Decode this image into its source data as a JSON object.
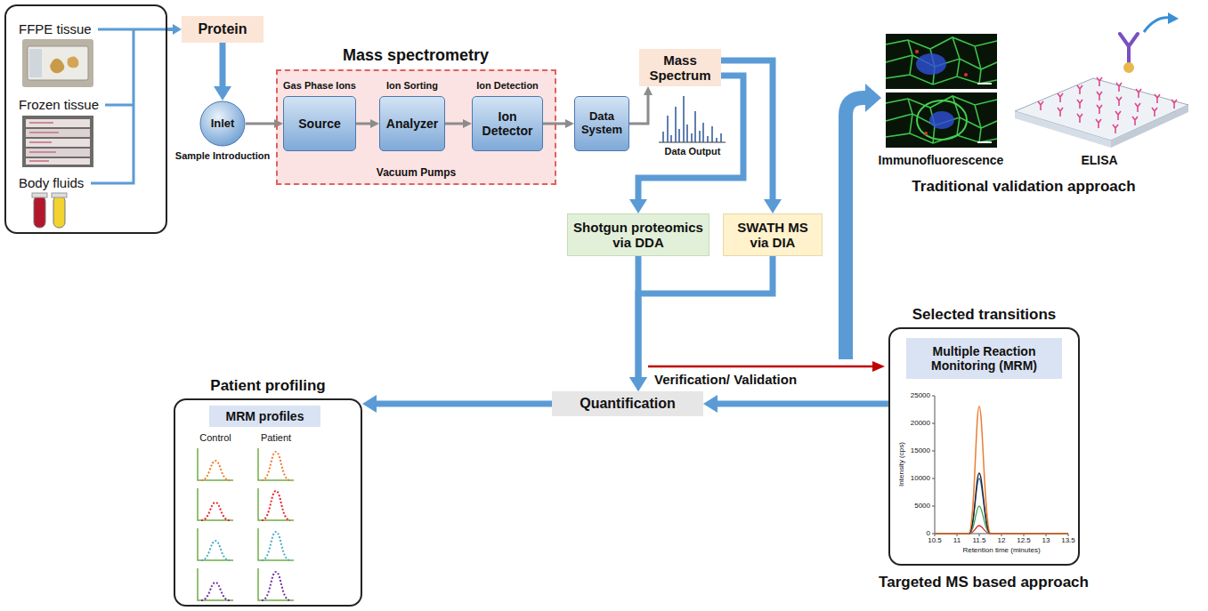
{
  "diagram": {
    "nodes": [
      {
        "text": [
          "FFPE tissue",
          "Frozen tissue",
          "Body fluids"
        ]
      },
      {
        "text": [
          "Protein"
        ]
      },
      {
        "text": [
          "Inlet",
          "Sample Introduction"
        ]
      },
      {
        "text": [
          "Vacuum Pumps"
        ]
      },
      {
        "text": [
          "Gas Phase Ions",
          "Source"
        ],
        "in": 3
      },
      {
        "text": [
          "Ion Sorting",
          "Analyzer"
        ],
        "in": 3
      },
      {
        "text": [
          "Ion Detection",
          "Ion Detector"
        ],
        "in": 3
      },
      {
        "text": [
          "Data System"
        ]
      },
      {
        "text": [
          "Mass Spectrum"
        ]
      },
      {
        "text": [
          "Shotgun proteomics via DDA"
        ]
      },
      {
        "text": [
          "SWATH MS via DIA"
        ]
      },
      {
        "text": [
          "Patient profiling"
        ]
      },
      {
        "text": [
          "MRM profiles"
        ],
        "in": 11
      },
      {
        "text": [
          "Quantification"
        ]
      },
      {
        "text": [
          "Selected transitions"
        ]
      },
      {
        "text": [
          "Multiple Reaction Monitoring (MRM)"
        ],
        "in": 14
      }
    ],
    "edges": [
      {
        "from": 0,
        "to": 1,
        "arrow": "to"
      },
      {
        "from": 1,
        "to": 2,
        "arrow": "to"
      },
      {
        "from": 2,
        "to": 4,
        "arrow": "to"
      },
      {
        "from": 4,
        "to": 5,
        "arrow": "to"
      },
      {
        "from": 5,
        "to": 6,
        "arrow": "to"
      },
      {
        "from": 6,
        "to": 7,
        "arrow": "to"
      },
      {
        "from": 7,
        "to": 8,
        "arrow": "to"
      },
      {
        "from": 8,
        "to": 9,
        "arrow": "to"
      },
      {
        "from": 8,
        "to": 10,
        "arrow": "to"
      },
      {
        "from": 9,
        "to": 13,
        "arrow": "to"
      },
      {
        "from": 10,
        "to": 13,
        "arrow": "to"
      },
      {
        "from": 14,
        "to": 13,
        "arrow": "to"
      },
      {
        "from": 13,
        "to": 11,
        "arrow": "to"
      }
    ],
    "labels": [
      "Mass spectrometry",
      "Data Output",
      "Immunofluorescence",
      "ELISA",
      "Traditional validation approach",
      "Verification/ Validation",
      "Control",
      "Patient",
      "Targeted MS based approach",
      "Intensity (cps)",
      "Retention time (minutes)",
      "0",
      "5000",
      "10000",
      "15000",
      "20000",
      "25000",
      "10.5",
      "11",
      "11.5",
      "12",
      "12.5",
      "13",
      "13.5"
    ]
  }
}
